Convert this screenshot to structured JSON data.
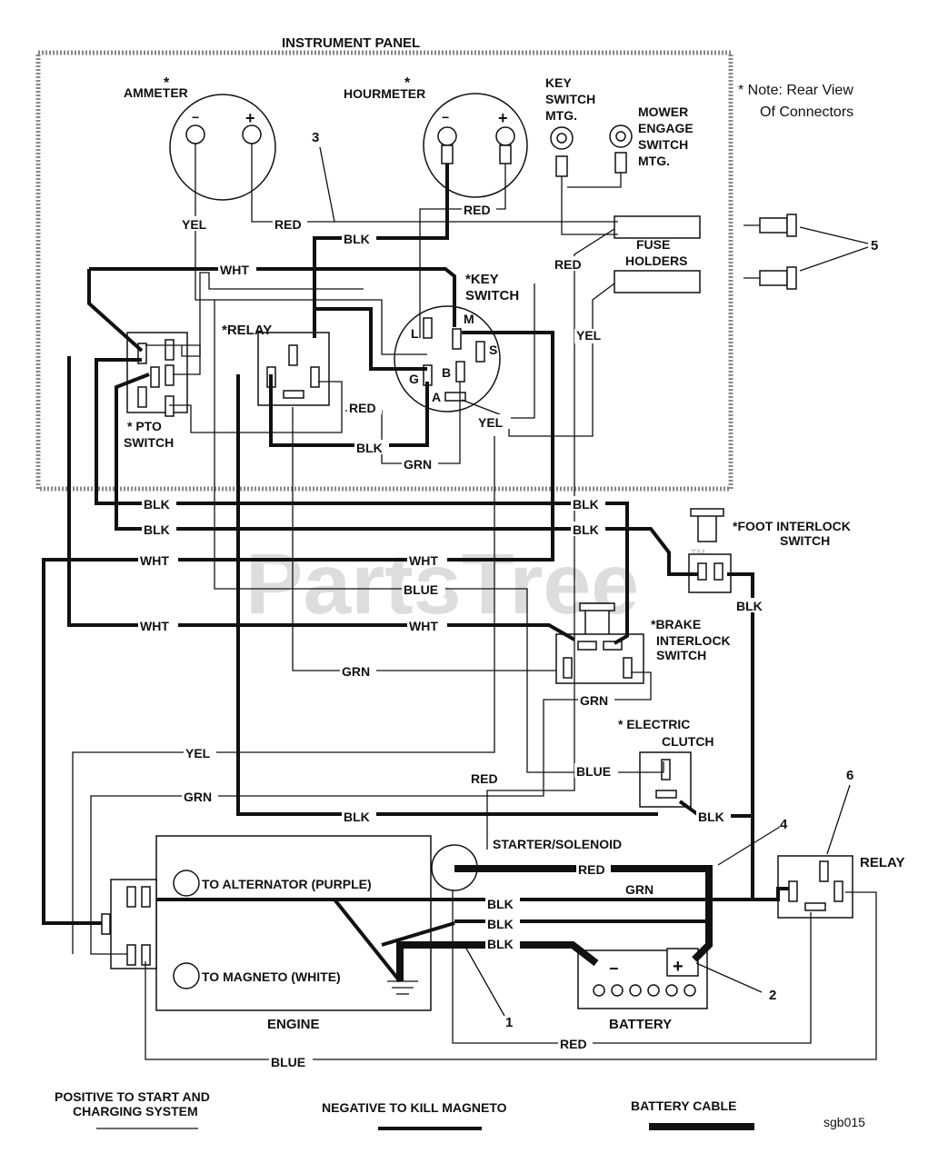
{
  "panel": {
    "title": "INSTRUMENT PANEL"
  },
  "note": {
    "line1": "* Note:  Rear View",
    "line2": "Of Connectors"
  },
  "watermark": "PartsTree",
  "watermark_tm": "TM",
  "components": {
    "ammeter": "AMMETER",
    "ammeter_star": "*",
    "hourmeter": "HOURMETER",
    "hourmeter_star": "*",
    "key_switch_mtg": [
      "KEY",
      "SWITCH",
      "MTG."
    ],
    "mower_engage": [
      "MOWER",
      "ENGAGE",
      "SWITCH",
      "MTG."
    ],
    "fuse_holders": [
      "FUSE",
      "HOLDERS"
    ],
    "key_switch": [
      "*KEY",
      "SWITCH"
    ],
    "relay_panel": "*RELAY",
    "pto_switch": [
      "* PTO",
      "SWITCH"
    ],
    "foot_interlock": [
      "*FOOT INTERLOCK",
      "SWITCH"
    ],
    "brake_interlock": [
      "*BRAKE",
      "INTERLOCK",
      "SWITCH"
    ],
    "electric_clutch": [
      "* ELECTRIC",
      "CLUTCH"
    ],
    "starter": "STARTER/SOLENOID",
    "relay": "RELAY",
    "engine": "ENGINE",
    "battery": "BATTERY",
    "alternator": "TO ALTERNATOR (PURPLE)",
    "magneto": "TO MAGNETO (WHITE)"
  },
  "terminals": {
    "minus": "−",
    "plus": "+",
    "L": "L",
    "M": "M",
    "S": "S",
    "G": "G",
    "B": "B",
    "A": "A"
  },
  "callouts": {
    "c1": "1",
    "c2": "2",
    "c3": "3",
    "c4": "4",
    "c5": "5",
    "c6": "6"
  },
  "wires": {
    "yel1": "YEL",
    "red1": "RED",
    "red2": "RED",
    "blk1": "BLK",
    "wht1": "WHT",
    "red3": "RED",
    "yel2": "YEL",
    "red4": "RED",
    "blk2": "BLK",
    "grn1": "GRN",
    "yel3": "YEL",
    "blk3": "BLK",
    "blk4": "BLK",
    "blk5": "BLK",
    "blk6": "BLK",
    "wht2": "WHT",
    "wht3": "WHT",
    "blue1": "BLUE",
    "wht4": "WHT",
    "wht5": "WHT",
    "blk7": "BLK",
    "grn2": "GRN",
    "grn3": "GRN",
    "yel4": "YEL",
    "red5": "RED",
    "blue2": "BLUE",
    "grn4": "GRN",
    "blk8": "BLK",
    "blk9": "BLK",
    "red6": "RED",
    "grn5": "GRN",
    "blk10": "BLK",
    "blk11": "BLK",
    "blk12": "BLK",
    "red7": "RED",
    "blue3": "BLUE"
  },
  "legend": {
    "positive": [
      "POSITIVE TO START AND",
      "CHARGING SYSTEM"
    ],
    "negative": "NEGATIVE TO KILL MAGNETO",
    "battery_cable": "BATTERY CABLE"
  },
  "figure_id": "sgb015"
}
